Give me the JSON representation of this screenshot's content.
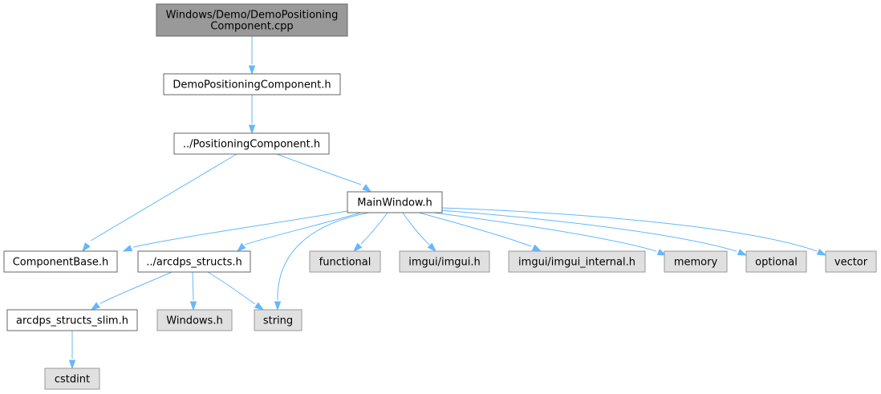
{
  "diagram": {
    "type": "include-dependency-graph",
    "colors": {
      "edge": "#63b8ff",
      "root_fill": "#999999",
      "root_border": "#666666",
      "header_fill": "#ffffff",
      "header_border": "#666666",
      "system_fill": "#e0e0e0",
      "system_border": "#999999",
      "text": "#000000"
    },
    "nodes": [
      {
        "id": "root",
        "kind": "root",
        "lines": [
          "Windows/Demo/DemoPositioning",
          "Component.cpp"
        ]
      },
      {
        "id": "demo_h",
        "kind": "header",
        "lines": [
          "DemoPositioningComponent.h"
        ]
      },
      {
        "id": "pos_h",
        "kind": "header",
        "lines": [
          "../PositioningComponent.h"
        ]
      },
      {
        "id": "mainwindow_h",
        "kind": "header",
        "lines": [
          "MainWindow.h"
        ]
      },
      {
        "id": "componentbase_h",
        "kind": "header",
        "lines": [
          "ComponentBase.h"
        ]
      },
      {
        "id": "arcdps_structs_h",
        "kind": "header",
        "lines": [
          "../arcdps_structs.h"
        ]
      },
      {
        "id": "functional",
        "kind": "system",
        "lines": [
          "functional"
        ]
      },
      {
        "id": "imgui_h",
        "kind": "system",
        "lines": [
          "imgui/imgui.h"
        ]
      },
      {
        "id": "imgui_internal_h",
        "kind": "system",
        "lines": [
          "imgui/imgui_internal.h"
        ]
      },
      {
        "id": "memory",
        "kind": "system",
        "lines": [
          "memory"
        ]
      },
      {
        "id": "optional",
        "kind": "system",
        "lines": [
          "optional"
        ]
      },
      {
        "id": "vector",
        "kind": "system",
        "lines": [
          "vector"
        ]
      },
      {
        "id": "arcdps_slim_h",
        "kind": "header",
        "lines": [
          "arcdps_structs_slim.h"
        ]
      },
      {
        "id": "windows_h",
        "kind": "system",
        "lines": [
          "Windows.h"
        ]
      },
      {
        "id": "string",
        "kind": "system",
        "lines": [
          "string"
        ]
      },
      {
        "id": "cstdint",
        "kind": "system",
        "lines": [
          "cstdint"
        ]
      }
    ],
    "edges": [
      {
        "from": "root",
        "to": "demo_h"
      },
      {
        "from": "demo_h",
        "to": "pos_h"
      },
      {
        "from": "pos_h",
        "to": "componentbase_h"
      },
      {
        "from": "pos_h",
        "to": "mainwindow_h"
      },
      {
        "from": "mainwindow_h",
        "to": "componentbase_h"
      },
      {
        "from": "mainwindow_h",
        "to": "arcdps_structs_h"
      },
      {
        "from": "mainwindow_h",
        "to": "string"
      },
      {
        "from": "mainwindow_h",
        "to": "functional"
      },
      {
        "from": "mainwindow_h",
        "to": "imgui_h"
      },
      {
        "from": "mainwindow_h",
        "to": "imgui_internal_h"
      },
      {
        "from": "mainwindow_h",
        "to": "memory"
      },
      {
        "from": "mainwindow_h",
        "to": "optional"
      },
      {
        "from": "mainwindow_h",
        "to": "vector"
      },
      {
        "from": "arcdps_structs_h",
        "to": "arcdps_slim_h"
      },
      {
        "from": "arcdps_structs_h",
        "to": "windows_h"
      },
      {
        "from": "arcdps_structs_h",
        "to": "string"
      },
      {
        "from": "arcdps_slim_h",
        "to": "cstdint"
      }
    ]
  }
}
